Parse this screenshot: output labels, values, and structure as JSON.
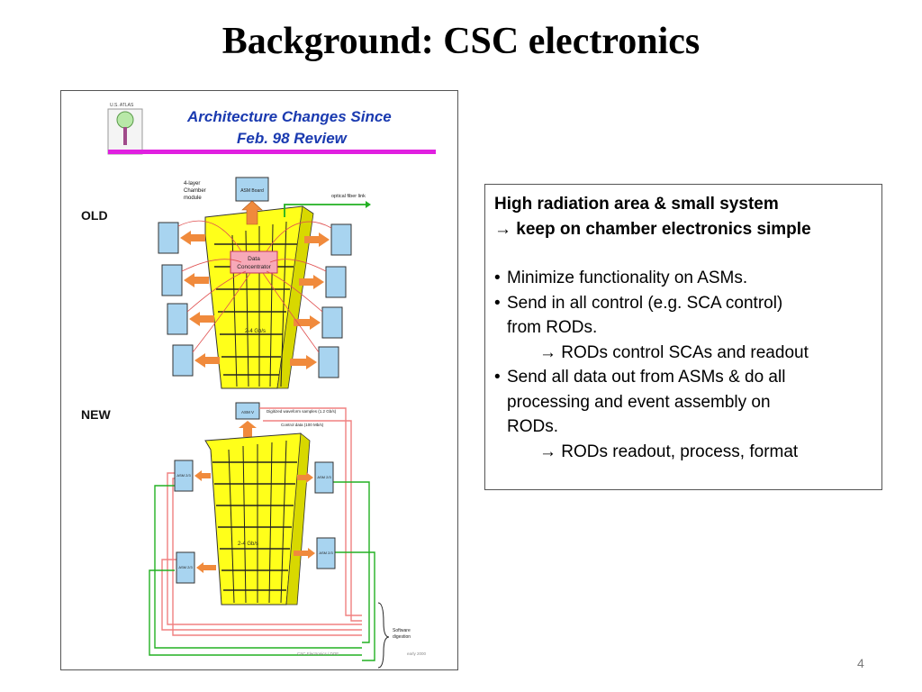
{
  "slide": {
    "title": "Background: CSC electronics",
    "page_number": "4"
  },
  "figure": {
    "heading_line1": "Architecture Changes Since",
    "heading_line2": "Feb. 98 Review",
    "logo_text": "U.S. ATLAS",
    "old_label": "OLD",
    "new_label": "NEW",
    "chamber_label_line1": "4-layer",
    "chamber_label_line2": "Chamber",
    "chamber_label_line3": "module",
    "asm_board": "ASM Board",
    "optical_link": "optical fiber link",
    "dc_line1": "Data",
    "dc_line2": "Concentrator",
    "old_rate": "2-4 Gb/s",
    "new_rate": "2-4 Gb/s",
    "asm_new_top": "ASM V",
    "new_asm": "ASM 2/3",
    "digital_samples": "Digitized waveform samples (1.2 Gb/s)",
    "control_data": "Control data (100 Mb/s)",
    "software_line1": "Software",
    "software_line2": "digestion",
    "footer_left": "CSC Electronics / DOE",
    "footer_right": "early 2000",
    "colors": {
      "magenta": "#e020e0",
      "yellow": "#ffff1a",
      "orange": "#f08a3c",
      "board_blue": "#a8d4f0",
      "green": "#22b022",
      "pink": "#f08080",
      "heading_blue": "#1a3ab0"
    }
  },
  "textbox": {
    "line1": "High radiation area & small system",
    "line2": "→ keep on chamber electronics simple",
    "bullets": [
      {
        "lines": [
          "Minimize functionality on ASMs."
        ]
      },
      {
        "lines": [
          "Send in all control (e.g. SCA control)",
          "from RODs."
        ],
        "sub": "→  RODs control SCAs and readout"
      },
      {
        "lines": [
          "Send all data out from ASMs & do all",
          "processing and event assembly on",
          "RODs."
        ],
        "sub": "→  RODs readout, process, format"
      }
    ]
  }
}
